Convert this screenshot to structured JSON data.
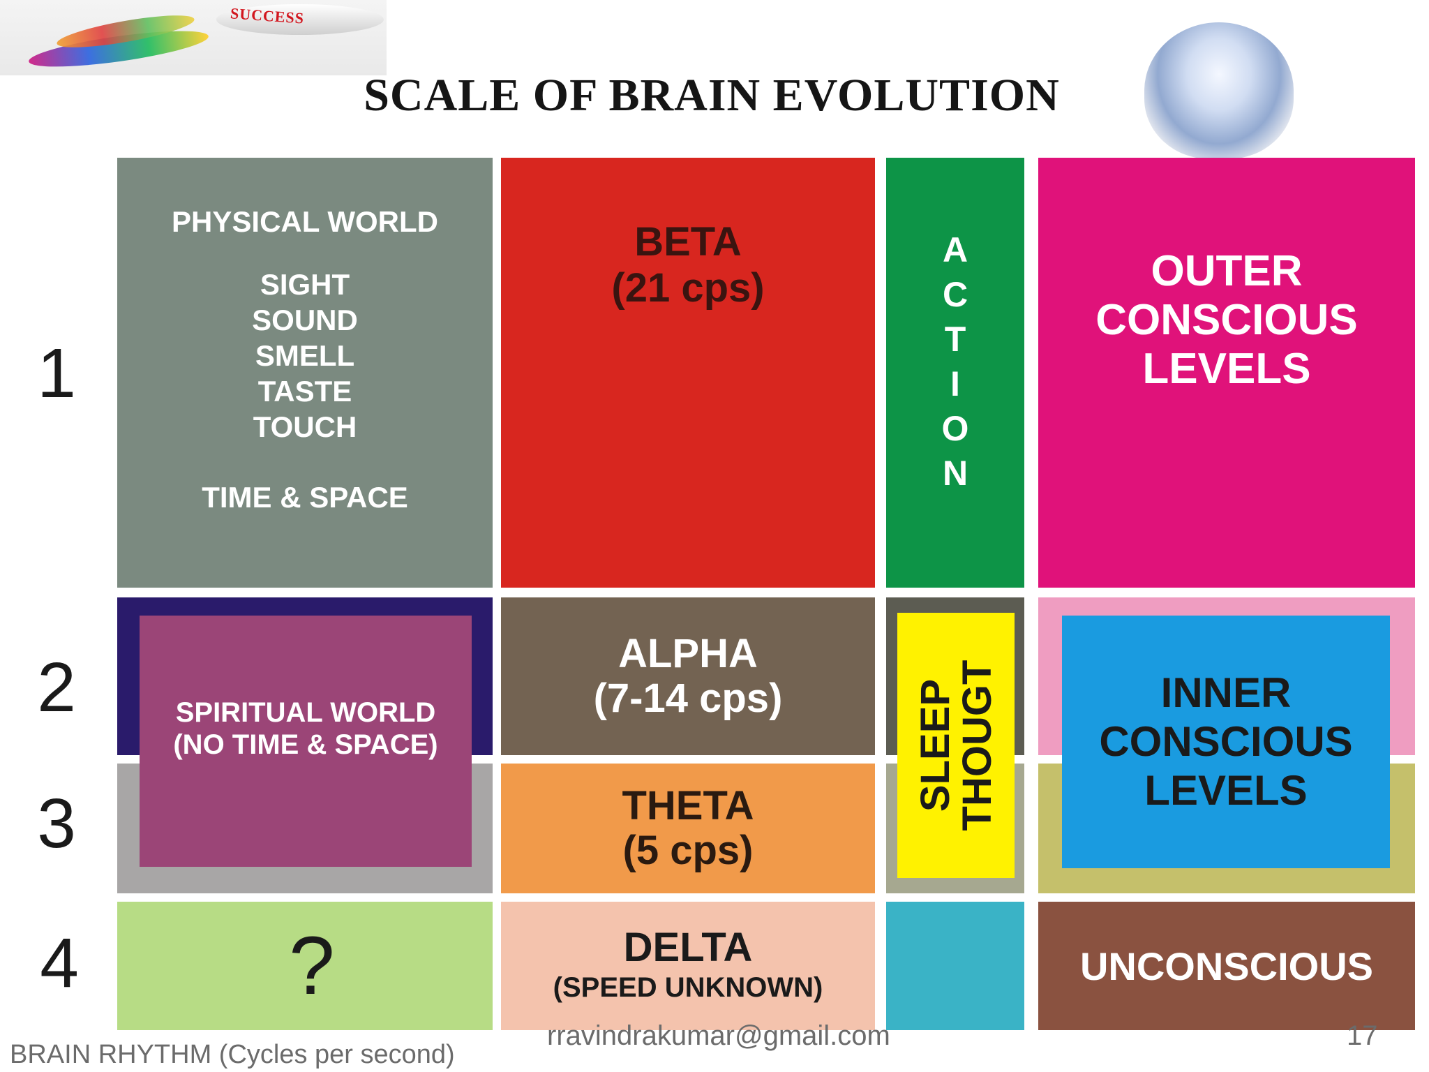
{
  "title": "SCALE OF BRAIN EVOLUTION",
  "logo_text": "SUCCESS",
  "row_numbers": [
    "1",
    "2",
    "3",
    "4"
  ],
  "physical": {
    "heading": "PHYSICAL WORLD",
    "senses": [
      "SIGHT",
      "SOUND",
      "SMELL",
      "TASTE",
      "TOUCH"
    ],
    "footer": "TIME & SPACE"
  },
  "beta": {
    "name": "BETA",
    "speed": "(21 cps)"
  },
  "action_letters": [
    "A",
    "C",
    "T",
    "I",
    "O",
    "N"
  ],
  "outer": {
    "lines": [
      "OUTER",
      "CONSCIOUS",
      "LEVELS"
    ]
  },
  "spiritual": {
    "line1": "SPIRITUAL WORLD",
    "line2": "(NO TIME & SPACE)"
  },
  "alpha": {
    "name": "ALPHA",
    "speed": "(7-14 cps)"
  },
  "theta": {
    "name": "THETA",
    "speed": "(5 cps)"
  },
  "sleep": "SLEEP",
  "thought": "THOUGT",
  "inner": {
    "lines": [
      "INNER",
      "CONSCIOUS",
      "LEVELS"
    ]
  },
  "unknown_mark": "?",
  "delta": {
    "name": "DELTA",
    "speed": "(SPEED UNKNOWN)"
  },
  "unconscious": "UNCONSCIOUS",
  "footer": {
    "left": "BRAIN RHYTHM (Cycles per second)",
    "email": "rravindrakumar@gmail.com",
    "page": "17"
  },
  "colors": {
    "gray": "#7b8a80",
    "red": "#d8261f",
    "green": "#0d9447",
    "magenta": "#e0127a",
    "navy": "#2a1b6b",
    "plum": "#9b4577",
    "lightgray": "#a8a6a6",
    "brown": "#736352",
    "orange": "#f19a4a",
    "darkgray": "#5c5c52",
    "yellow": "#fff200",
    "olivegray": "#a6a890",
    "pink": "#ef9dc1",
    "blue": "#1a9be0",
    "olive": "#c5c06b",
    "lightgreen": "#b7dc85",
    "peach": "#f4c3ad",
    "teal": "#3ab3c6",
    "rust": "#8a5240"
  }
}
